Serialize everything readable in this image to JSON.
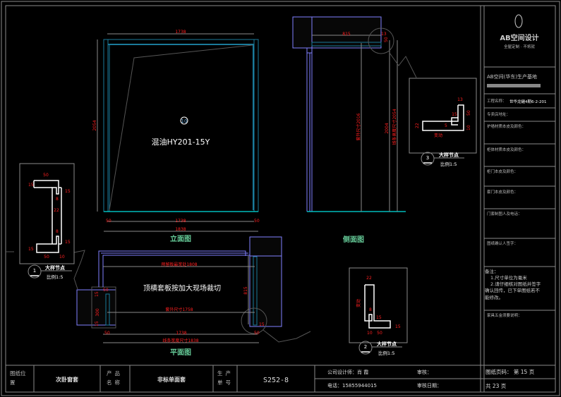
{
  "title_block": {
    "position_label": "图纸位置",
    "position_value": "次卧窗套",
    "product_label": "产品名称",
    "product_value": "非标单面套",
    "order_label": "生产单号",
    "order_value": "S252-8",
    "designer": "公司设计师：肖 霞",
    "phone": "电话：15855944015",
    "review": "审核：",
    "review_date": "审核日期：",
    "page": "图纸页码：  第 15 页",
    "total": "共 23 页"
  },
  "side_panel": {
    "logo_text": "AB空间设计",
    "logo_sub": "全屋定制 · 不将就",
    "company": "AB空间(华东)生产基地",
    "project": "工程名称：",
    "project_value": "世华龙樾4期6-2-201",
    "store_address": "专卖店地址：",
    "wall_material": "护墙材质本皮及颜色：",
    "cabinet_material": "柜体材质本皮及颜色：",
    "cabinet_door": "柜门本皮及颜色：",
    "frame_door": "套门本皮及颜色：",
    "drafter": "门套制图人及电话：",
    "confirm": "图纸确认人签字：",
    "notes_title": "备注：",
    "note1": "1.尺寸单位为毫米",
    "note2a": "2.请仔细核对图纸并签字",
    "note2b": "确认回传，已下单图纸若不",
    "note2c": "能修改。",
    "hardware": "家具五金须要说明："
  },
  "elevation": {
    "title": "立面图",
    "finish": "混油HY201-15Y",
    "marker": "10",
    "dim_top": "1738",
    "dim_height": "2054",
    "dim_bottom": "1738",
    "dim_total": "1838",
    "dim_left": "50",
    "dim_right": "50"
  },
  "side_view": {
    "title": "侧面图",
    "dim_depth": "815",
    "dim_13": "13",
    "dim_50": "50",
    "dim_inner": "套外尺寸2016",
    "dim_2004": "2004",
    "dim_outer": "线条高度尺寸2054"
  },
  "plan_view": {
    "title": "平面图",
    "note": "顶横套板按加大现场裁切",
    "dim_max_width": "预留板最宽处1808",
    "dim_outer": "套外尺寸1758",
    "dim_1738": "1738",
    "dim_line_width": "线条宽度尺寸1838",
    "dim_depth": "815",
    "dim_300": "300",
    "dim_50a": "50",
    "dim_50b": "50",
    "dim_50c": "50",
    "dim_15a": "15",
    "dim_15b": "15",
    "dim_15c": "15"
  },
  "details": [
    {
      "num": "1",
      "title": "大样节点",
      "scale": "比例1:5",
      "dims": [
        "50",
        "15",
        "15",
        "8",
        "22",
        "8",
        "15",
        "15",
        "50",
        "10"
      ]
    },
    {
      "num": "2",
      "title": "大样节点",
      "scale": "比例1:5",
      "dims": [
        "22",
        "变动",
        "8",
        "15",
        "15",
        "10",
        "50"
      ]
    },
    {
      "num": "3",
      "title": "大样节点",
      "scale": "比例1:5",
      "dims": [
        "13",
        "15",
        "50",
        "10",
        "22",
        "5",
        "变动"
      ]
    }
  ]
}
